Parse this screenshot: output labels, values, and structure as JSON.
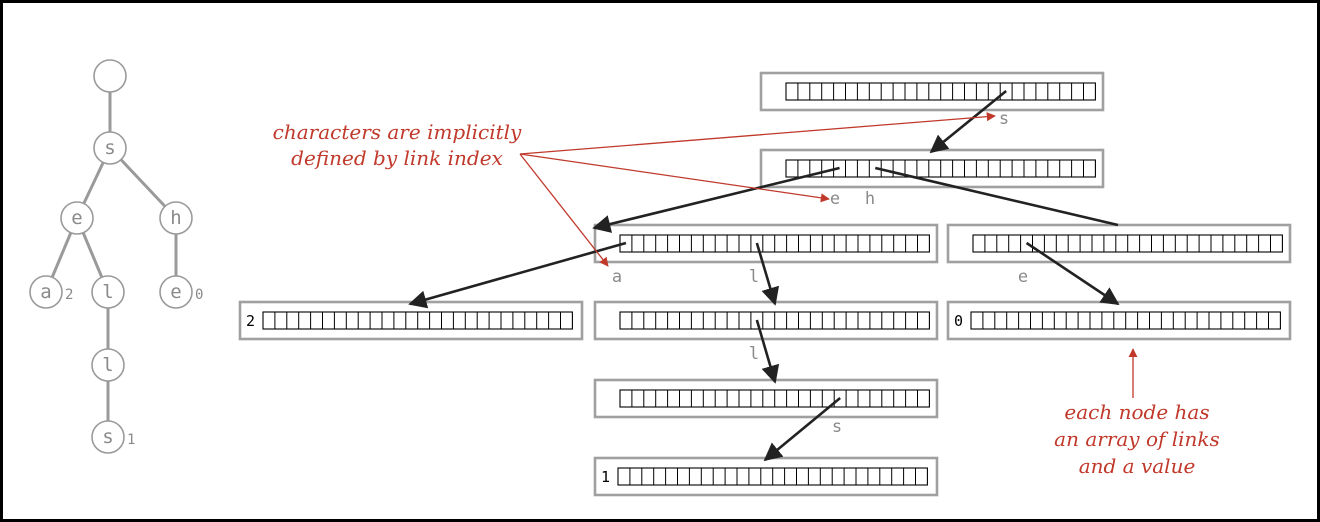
{
  "colors": {
    "annotation": "#c0392b",
    "tree": "#9a9a9a",
    "link": "#222222",
    "frame": "#000000"
  },
  "tree": {
    "nodes": [
      {
        "id": "root",
        "label": "",
        "value": ""
      },
      {
        "id": "s",
        "label": "s",
        "value": ""
      },
      {
        "id": "e",
        "label": "e",
        "value": ""
      },
      {
        "id": "h",
        "label": "h",
        "value": ""
      },
      {
        "id": "a",
        "label": "a",
        "value": "2"
      },
      {
        "id": "l1",
        "label": "l",
        "value": ""
      },
      {
        "id": "e2",
        "label": "e",
        "value": "0"
      },
      {
        "id": "l2",
        "label": "l",
        "value": ""
      },
      {
        "id": "s2",
        "label": "s",
        "value": "1"
      }
    ],
    "edges": [
      [
        "root",
        "s"
      ],
      [
        "s",
        "e"
      ],
      [
        "s",
        "h"
      ],
      [
        "e",
        "a"
      ],
      [
        "e",
        "l1"
      ],
      [
        "h",
        "e2"
      ],
      [
        "l1",
        "l2"
      ],
      [
        "l2",
        "s2"
      ]
    ]
  },
  "trie": {
    "nodes": [
      {
        "id": "n0",
        "value": ""
      },
      {
        "id": "n_s",
        "value": ""
      },
      {
        "id": "n_se",
        "value": ""
      },
      {
        "id": "n_sh",
        "value": ""
      },
      {
        "id": "n_sea",
        "value": "2"
      },
      {
        "id": "n_sel",
        "value": ""
      },
      {
        "id": "n_she",
        "value": "0"
      },
      {
        "id": "n_sell",
        "value": ""
      },
      {
        "id": "n_sells",
        "value": "1"
      }
    ],
    "link_chars": [
      "s",
      "e",
      "h",
      "a",
      "l",
      "e",
      "l",
      "s"
    ]
  },
  "annotations": {
    "link_index": [
      "characters are implicitly",
      "defined by link index"
    ],
    "node_array": [
      "each node has",
      "an array of links",
      "and a value"
    ]
  }
}
